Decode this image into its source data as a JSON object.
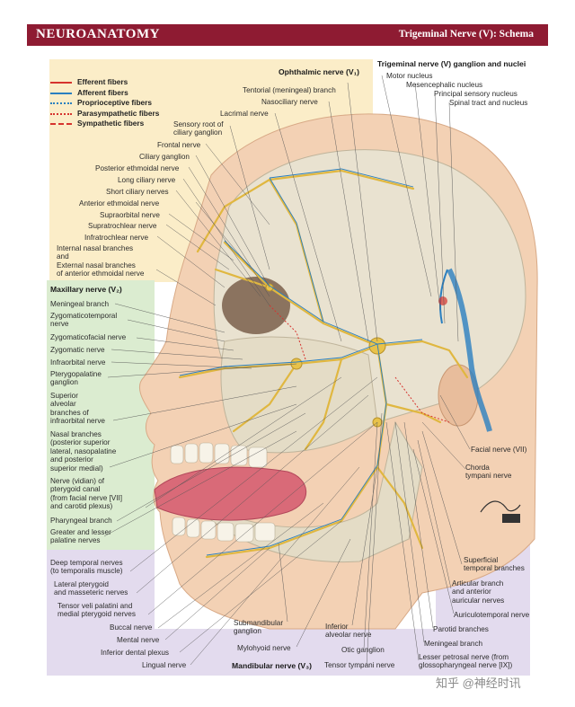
{
  "header": {
    "left_title": "NEUROANATOMY",
    "right_title": "Trigeminal Nerve (V): Schema"
  },
  "colors": {
    "header_bg": "#8e1b32",
    "ophthalmic_region": "#fbedc8",
    "maxillary_region": "#dbecd0",
    "mandibular_region": "#e3dbee",
    "nerve": "#e9c55a",
    "afferent": "#2a7fc0",
    "efferent": "#d6332e"
  },
  "legend": [
    {
      "label": "Efferent fibers",
      "color": "#d6332e",
      "style": "solid"
    },
    {
      "label": "Afferent fibers",
      "color": "#2a7fc0",
      "style": "solid"
    },
    {
      "label": "Proprioceptive fibers",
      "color": "#2a7fc0",
      "style": "dotted"
    },
    {
      "label": "Parasympathetic fibers",
      "color": "#d6332e",
      "style": "dotted"
    },
    {
      "label": "Sympathetic fibers",
      "color": "#d6332e",
      "style": "dashed"
    }
  ],
  "divisions": {
    "ophthalmic": "Ophthalmic nerve (V₁)",
    "maxillary": "Maxillary nerve (V₂)",
    "mandibular": "Mandibular nerve (V₃)"
  },
  "ganglion": {
    "title": "Trigeminal nerve (V) ganglion and nuclei",
    "nuclei": [
      "Motor nucleus",
      "Mesencephalic nucleus",
      "Principal sensory nucleus",
      "Spinal tract and nucleus"
    ]
  },
  "labels_ophthalmic_top": [
    "Tentorial (meningeal) branch",
    "Nasociliary nerve",
    "Lacrimal nerve"
  ],
  "labels_ophthalmic_left": [
    "Sensory root of\nciliary ganglion",
    "Frontal nerve",
    "Ciliary ganglion",
    "Posterior ethmoidal nerve",
    "Long ciliary nerve",
    "Short ciliary nerves",
    "Anterior ethmoidal nerve",
    "Supraorbital nerve",
    "Supratrochlear nerve",
    "Infratrochlear nerve",
    "Internal nasal branches\nand\nExternal nasal branches\nof anterior ethmoidal nerve"
  ],
  "labels_maxillary": [
    "Meningeal branch",
    "Zygomaticotemporal\nnerve",
    "Zygomaticofacial nerve",
    "Zygomatic nerve",
    "Infraorbital nerve",
    "Pterygopalatine\nganglion",
    "Superior\nalveolar\nbranches of\ninfraorbital nerve",
    "Nasal branches\n(posterior superior\nlateral, nasopalatine\nand posterior\nsuperior medial)",
    "Nerve (vidian) of\npterygoid canal\n(from facial nerve [VII]\nand carotid plexus)",
    "Pharyngeal branch",
    "Greater and lesser\npalatine nerves"
  ],
  "labels_mandibular_left": [
    "Deep temporal nerves\n(to temporalis muscle)",
    "Lateral pterygoid\nand masseteric nerves",
    "Tensor veli palatini and\nmedial pterygoid nerves",
    "Buccal nerve",
    "Mental nerve",
    "Inferior dental plexus",
    "Lingual nerve"
  ],
  "labels_mandibular_bottom": [
    "Submandibular\nganglion",
    "Mylohyoid nerve",
    "Inferior\nalveolar nerve",
    "Otic ganglion",
    "Tensor tympani nerve"
  ],
  "labels_right": [
    "Facial nerve (VII)",
    "Chorda\ntympani nerve",
    "Superficial\ntemporal branches",
    "Articular branch\nand anterior\nauricular nerves",
    "Auriculotemporal nerve",
    "Parotid branches",
    "Meningeal branch",
    "Lesser petrosal nerve (from\nglossopharyngeal nerve [IX])"
  ],
  "watermark": "知乎 @神经时讯"
}
